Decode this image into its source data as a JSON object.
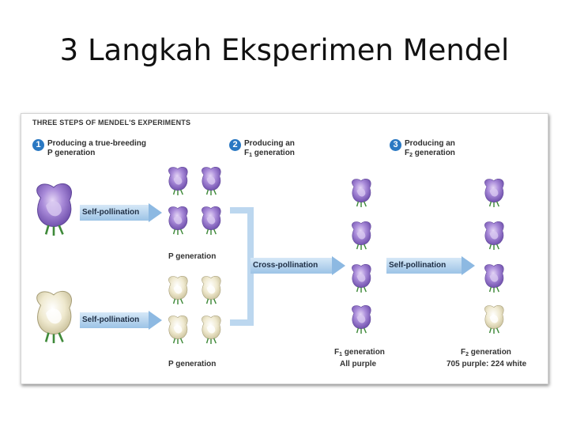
{
  "slide": {
    "title": "3 Langkah Eksperimen Mendel"
  },
  "figure": {
    "header": "THREE STEPS OF MENDEL'S EXPERIMENTS",
    "steps": [
      {
        "number": "1",
        "line1": "Producing a true-breeding",
        "line2": "P generation"
      },
      {
        "number": "2",
        "line1": "Producing an",
        "line2_prefix": "F",
        "line2_sub": "1",
        "line2_suffix": " generation"
      },
      {
        "number": "3",
        "line1": "Producing an",
        "line2_prefix": "F",
        "line2_sub": "2",
        "line2_suffix": " generation"
      }
    ],
    "arrows": {
      "self_pollination_top": "Self-pollination",
      "self_pollination_bottom": "Self-pollination",
      "cross_pollination": "Cross-pollination",
      "self_pollination_f1": "Self-pollination"
    },
    "labels": {
      "p_generation_top": "P generation",
      "p_generation_bottom": "P generation",
      "f1_prefix": "F",
      "f1_sub": "1",
      "f1_suffix": " generation",
      "f1_result": "All purple",
      "f2_prefix": "F",
      "f2_sub": "2",
      "f2_suffix": " generation",
      "f2_result": "705 purple: 224 white"
    },
    "colors": {
      "purple_flower": "#9b7ad0",
      "white_flower": "#ece6c8",
      "step_number": "#2a78c2",
      "arrow": "#9cc3e6"
    }
  }
}
